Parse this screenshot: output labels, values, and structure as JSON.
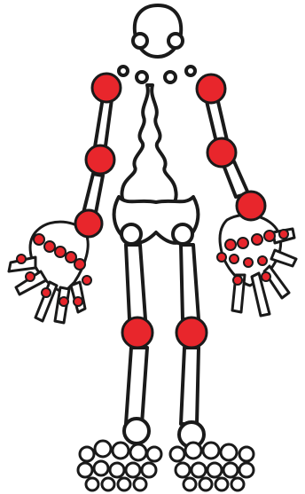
{
  "figure": {
    "type": "skeleton-joint-diagram",
    "colors": {
      "background": "#ffffff",
      "outline": "#1a1a1a",
      "bone_fill": "#ffffff",
      "affected_joint": "#e8262c",
      "unaffected_joint": "#ffffff"
    },
    "affected_joints": [
      "right-shoulder",
      "left-shoulder",
      "right-elbow",
      "left-elbow",
      "right-wrist",
      "left-wrist",
      "right-mcp-joints",
      "left-mcp-joints",
      "right-pip-joints",
      "left-pip-joints",
      "right-knee",
      "left-knee"
    ]
  }
}
